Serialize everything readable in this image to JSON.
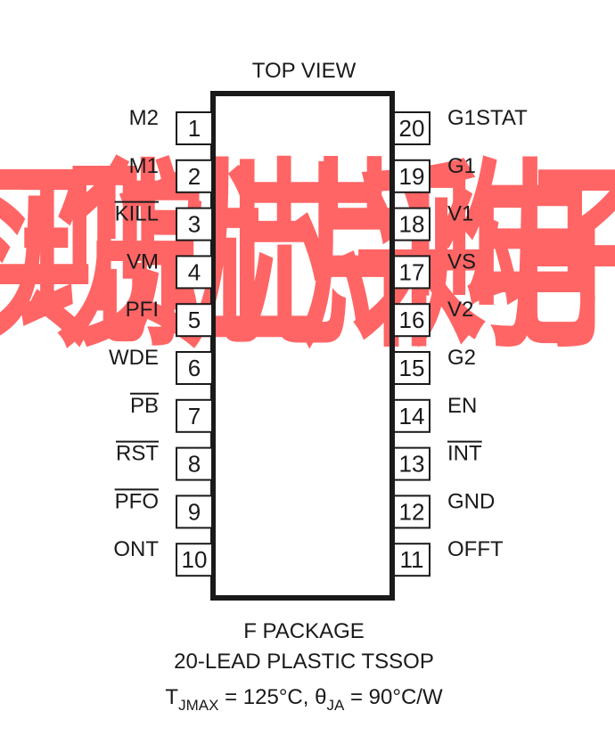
{
  "diagram": {
    "top_label": "TOP VIEW",
    "left_pins": [
      {
        "num": "1",
        "name": "M2",
        "overline": false
      },
      {
        "num": "2",
        "name": "M1",
        "overline": false
      },
      {
        "num": "3",
        "name": "KILL",
        "overline": true
      },
      {
        "num": "4",
        "name": "VM",
        "overline": false
      },
      {
        "num": "5",
        "name": "PFI",
        "overline": false
      },
      {
        "num": "6",
        "name": "WDE",
        "overline": false
      },
      {
        "num": "7",
        "name": "PB",
        "overline": true
      },
      {
        "num": "8",
        "name": "RST",
        "overline": true
      },
      {
        "num": "9",
        "name": "PFO",
        "overline": true
      },
      {
        "num": "10",
        "name": "ONT",
        "overline": false
      }
    ],
    "right_pins": [
      {
        "num": "20",
        "name": "G1STAT",
        "overline": false
      },
      {
        "num": "19",
        "name": "G1",
        "overline": false
      },
      {
        "num": "18",
        "name": "V1",
        "overline": false
      },
      {
        "num": "17",
        "name": "VS",
        "overline": false
      },
      {
        "num": "16",
        "name": "V2",
        "overline": false
      },
      {
        "num": "15",
        "name": "G2",
        "overline": false
      },
      {
        "num": "14",
        "name": "EN",
        "overline": false
      },
      {
        "num": "13",
        "name": "INT",
        "overline": true
      },
      {
        "num": "12",
        "name": "GND",
        "overline": false
      },
      {
        "num": "11",
        "name": "OFFT",
        "overline": false
      }
    ],
    "package_line1": "F PACKAGE",
    "package_line2": "20-LEAD PLASTIC TSSOP",
    "thermal": {
      "tj_symbol": "T",
      "tj_sub": "JMAX",
      "tj_value": " = 125°C, ",
      "theta_symbol": "θ",
      "theta_sub": "JA",
      "theta_value": " = 90°C/W"
    }
  },
  "watermark": {
    "text": "买现货就上芯片采购电子",
    "color": "#ff3b3b"
  },
  "colors": {
    "ink": "#1a1a1a",
    "background": "#ffffff"
  }
}
